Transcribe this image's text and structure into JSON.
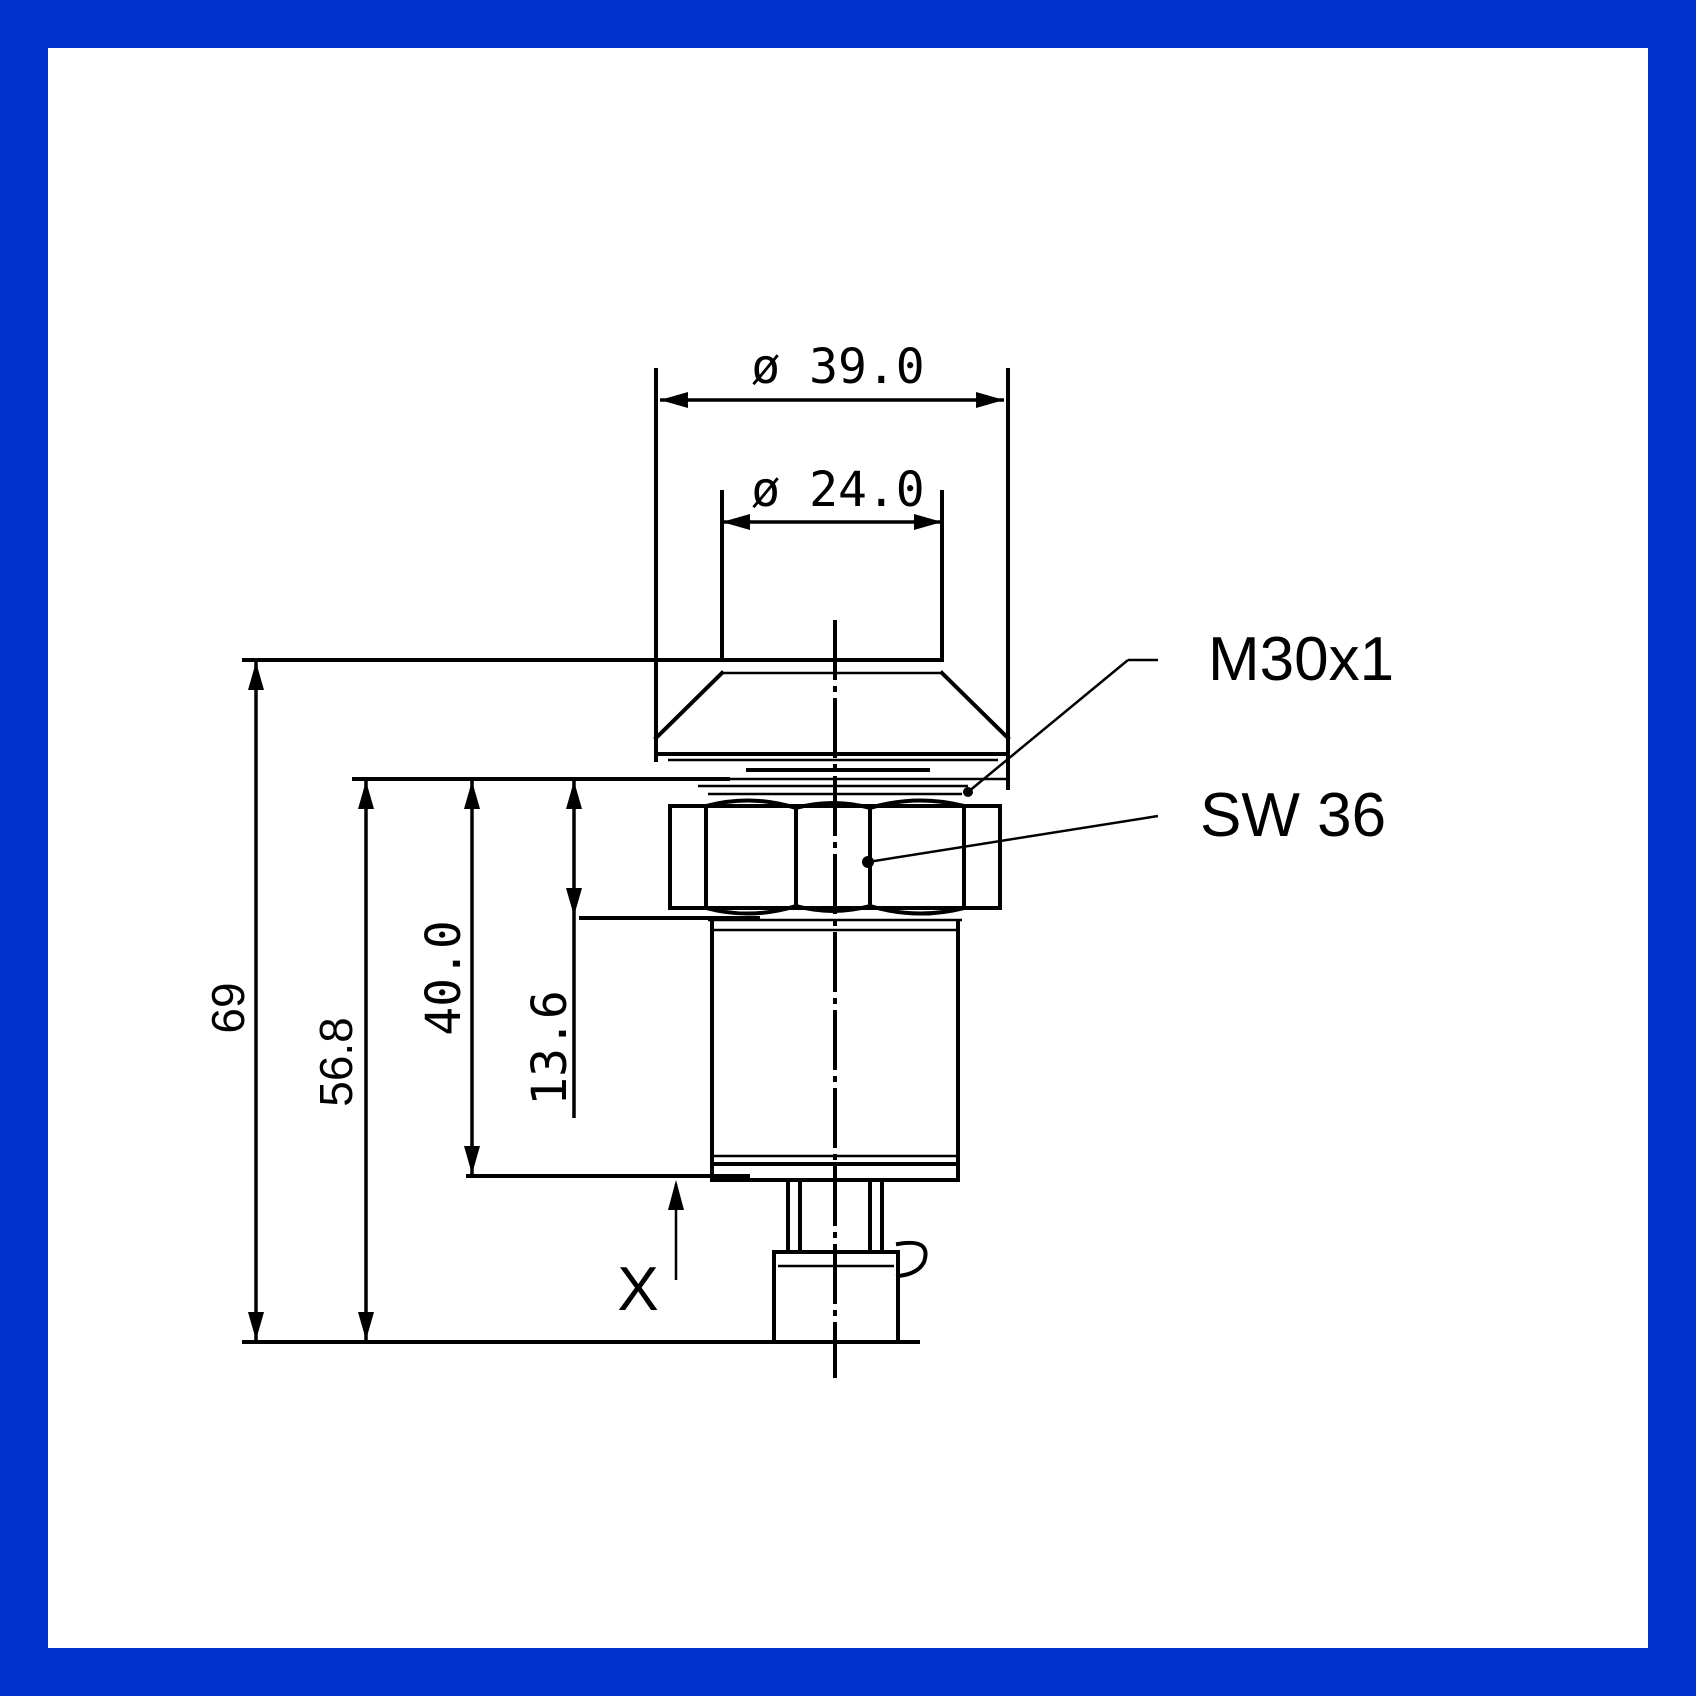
{
  "diagram": {
    "dimensions": {
      "outer_diameter": "ø 39.0",
      "inner_diameter": "ø 24.0",
      "total_height": "69",
      "body_height": "56.8",
      "thread_length": "40.0",
      "nut_height": "13.6",
      "reference_mark": "X"
    },
    "labels": {
      "thread": "M30x1",
      "wrench_size": "SW 36"
    }
  }
}
